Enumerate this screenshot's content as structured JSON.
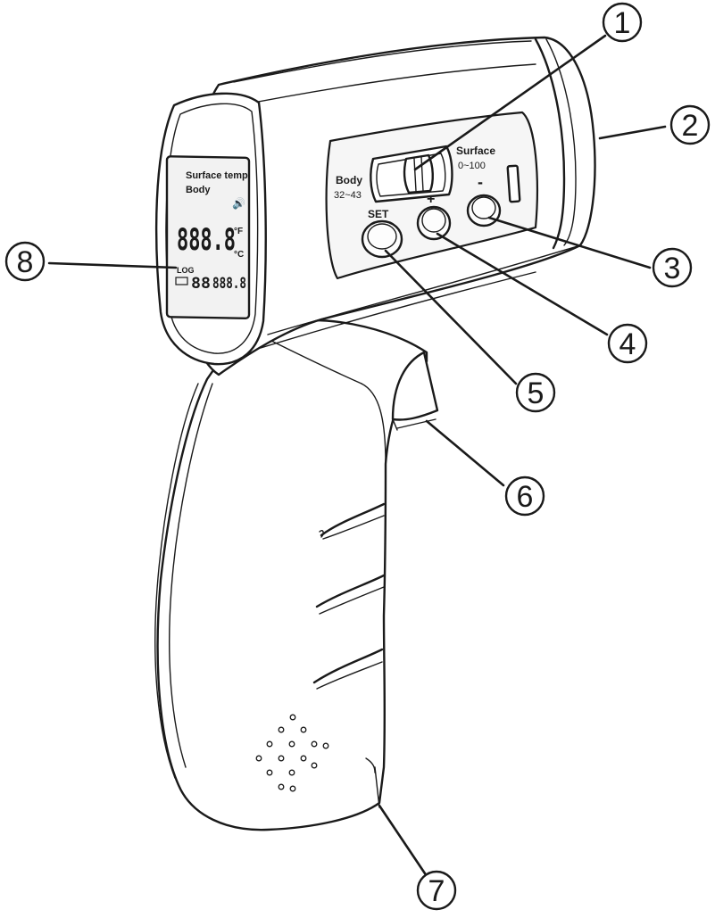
{
  "device": {
    "slider": {
      "left_label": "Body",
      "left_range": "32~43",
      "right_label": "Surface",
      "right_range": "0~100"
    },
    "buttons": {
      "set": "SET",
      "plus": "+",
      "minus": "-"
    },
    "lcd": {
      "mode_line_1": "Surface temp",
      "mode_line_2": "Body",
      "main_digits": "888.8",
      "unit_f": "°F",
      "unit_c": "°C",
      "log_label": "LOG",
      "log_index": "88",
      "log_value": "888.8"
    }
  },
  "callouts": [
    "1",
    "2",
    "3",
    "4",
    "5",
    "6",
    "7",
    "8"
  ]
}
